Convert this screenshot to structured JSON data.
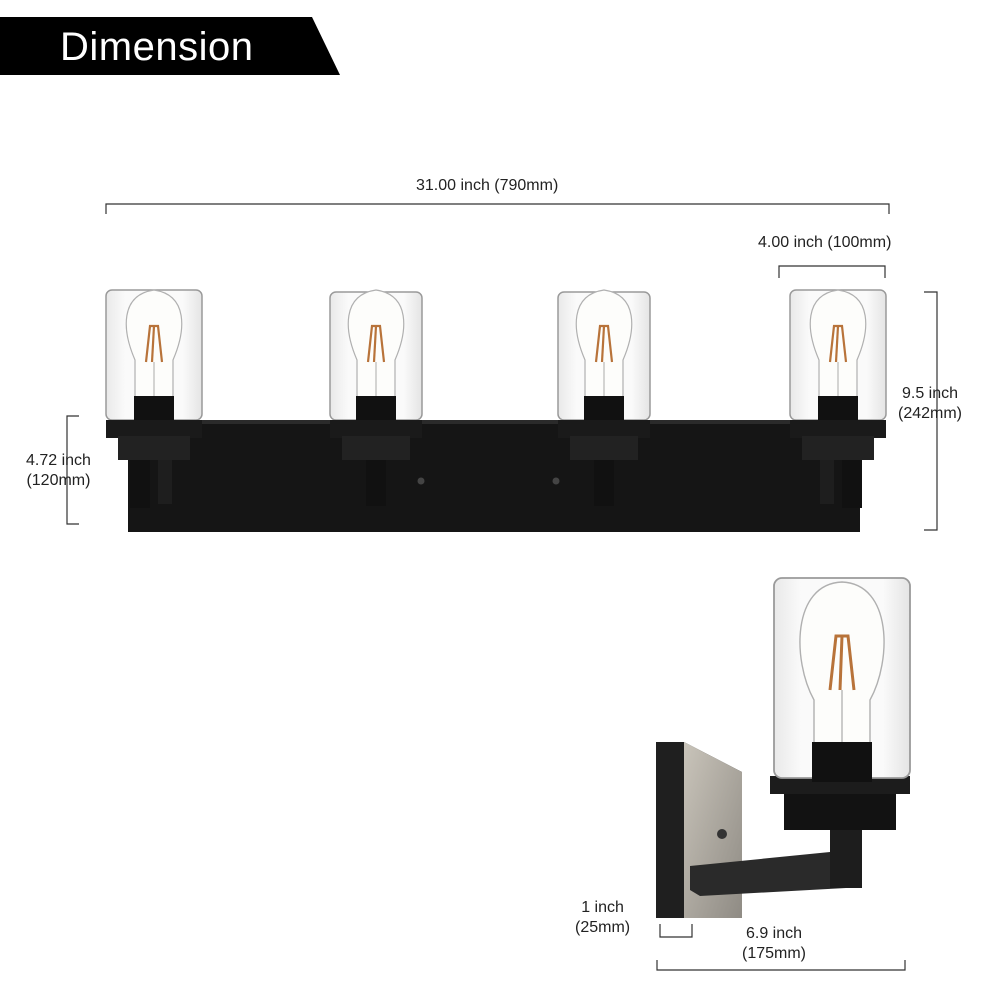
{
  "header": {
    "title": "Dimension"
  },
  "dimensions": {
    "total_width": "31.00 inch (790mm)",
    "shade_width": "4.00 inch (100mm)",
    "height_line1": "9.5 inch",
    "height_line2": "(242mm)",
    "backplate_height_line1": "4.72 inch",
    "backplate_height_line2": "(120mm)",
    "depth_plate_line1": "1 inch",
    "depth_plate_line2": "(25mm)",
    "extension_line1": "6.9 inch",
    "extension_line2": "(175mm)"
  },
  "colors": {
    "fixture_black": "#1a1a1a",
    "banner": "#000000",
    "filament": "#b8733a",
    "glass_edge": "#9a9a9a"
  }
}
